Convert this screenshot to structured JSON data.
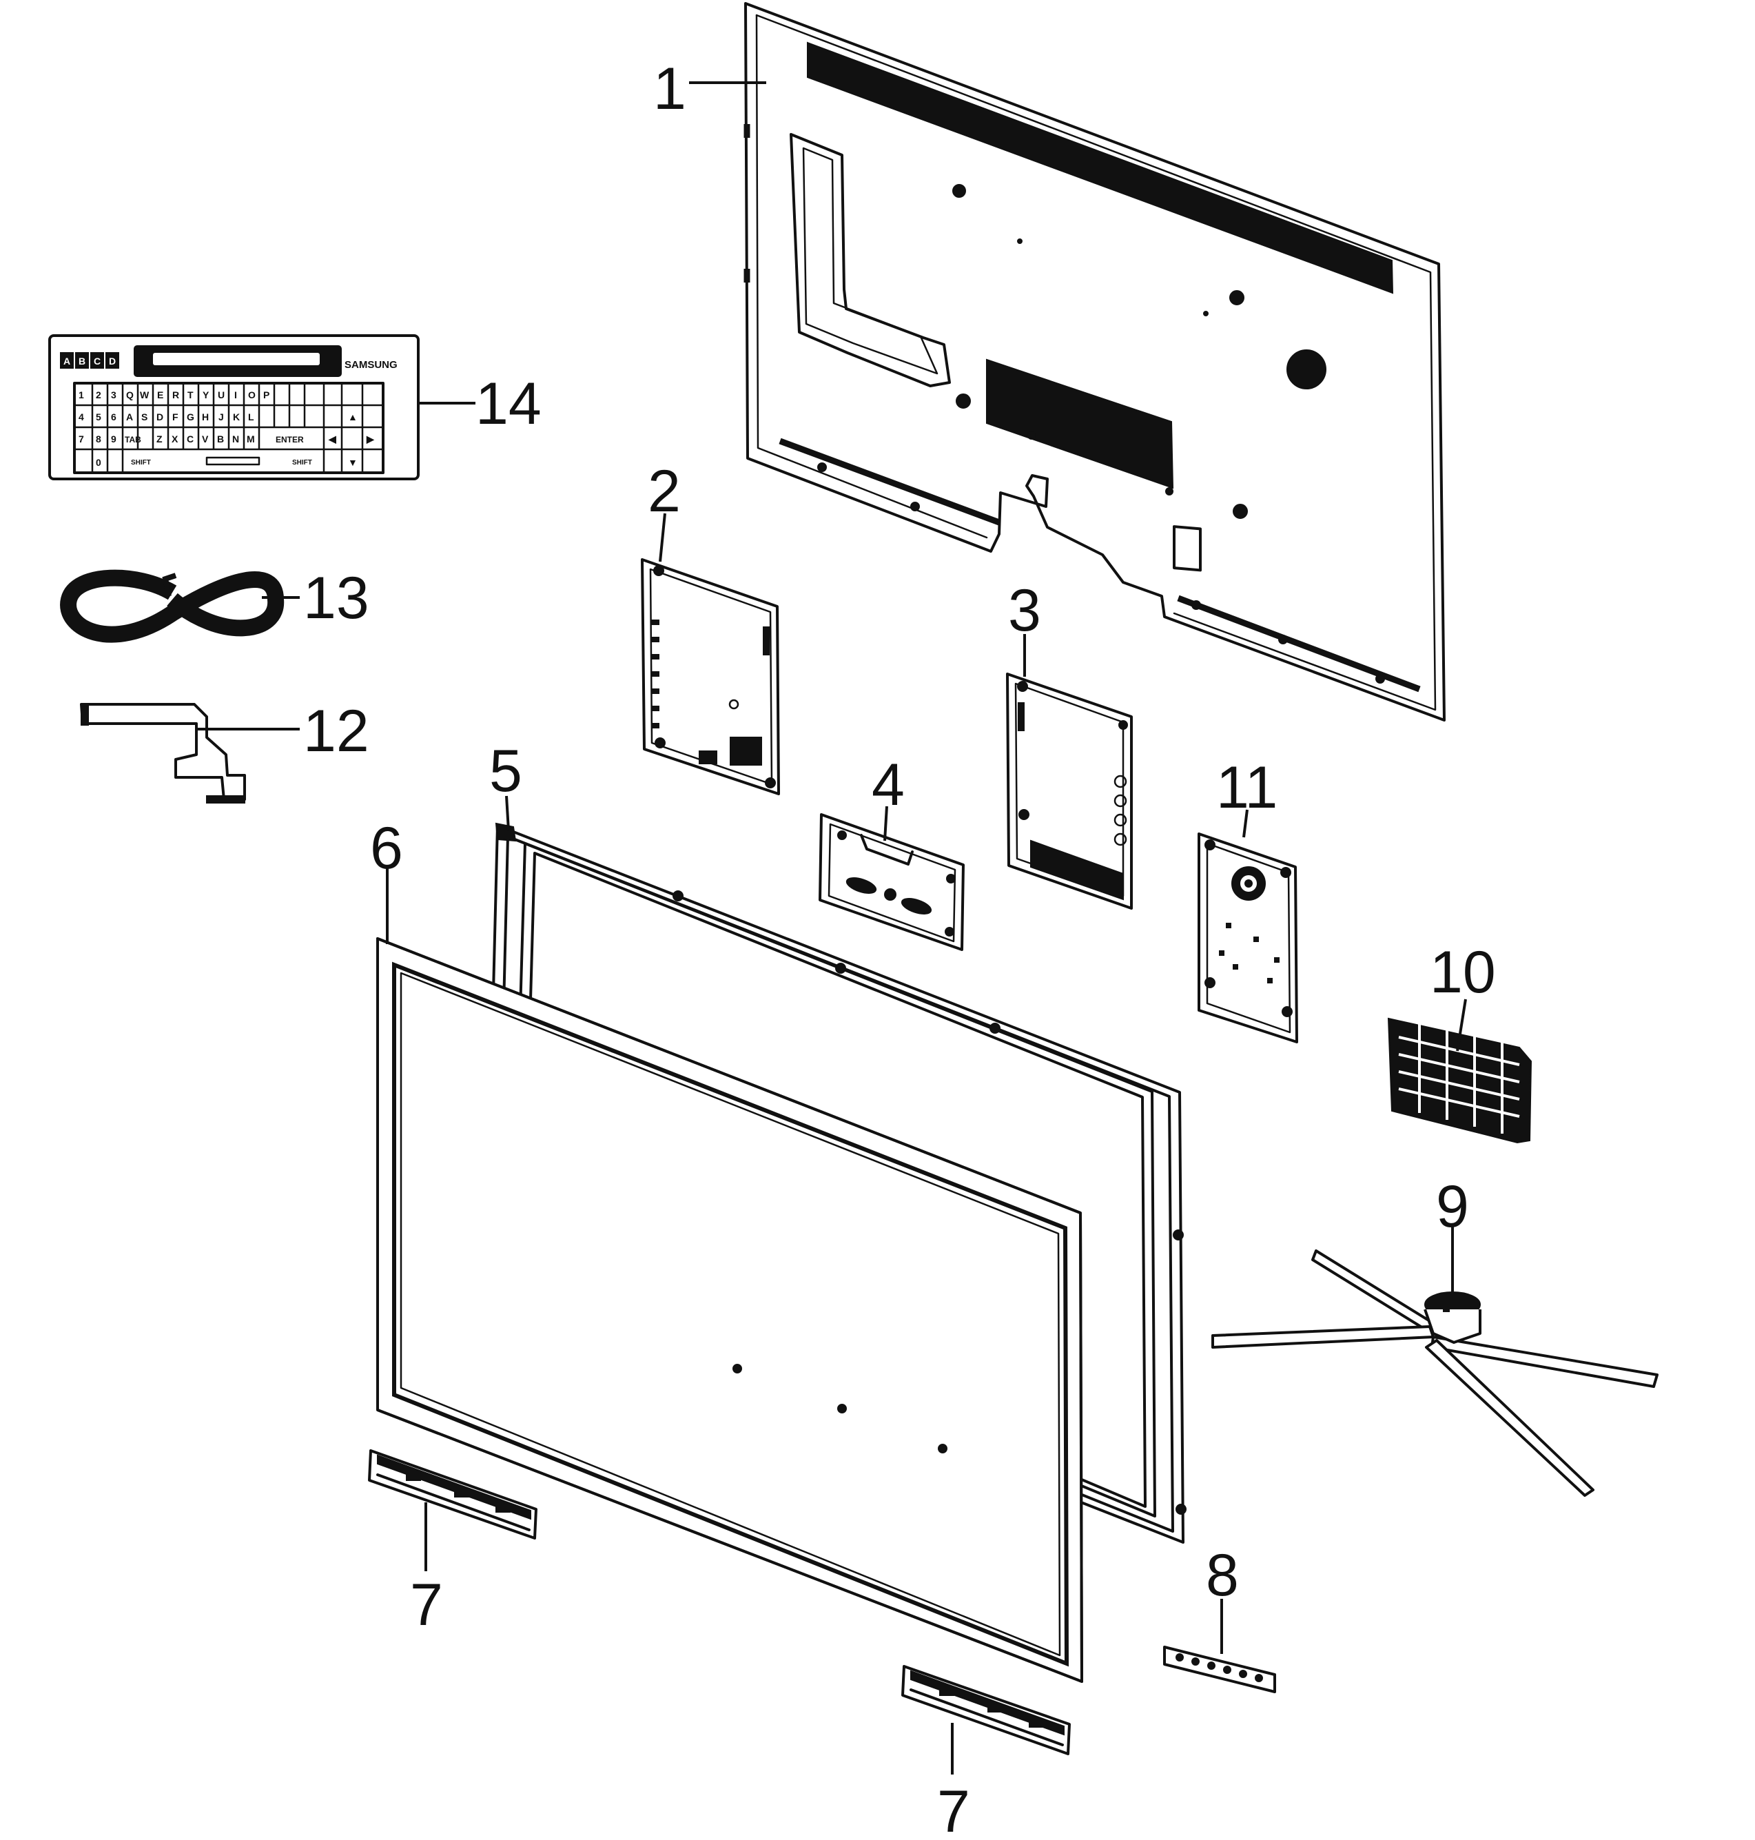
{
  "callouts": {
    "c1": "1",
    "c2": "2",
    "c3": "3",
    "c4": "4",
    "c5": "5",
    "c6": "6",
    "c7a": "7",
    "c7b": "7",
    "c8": "8",
    "c9": "9",
    "c10": "10",
    "c11": "11",
    "c12": "12",
    "c13": "13",
    "c14": "14"
  },
  "remote": {
    "brand": "SAMSUNG",
    "color_keys": [
      "A",
      "B",
      "C",
      "D"
    ],
    "row1": [
      "1",
      "2",
      "3",
      "Q",
      "W",
      "E",
      "R",
      "T",
      "Y",
      "U",
      "I",
      "O",
      "P"
    ],
    "row2": [
      "4",
      "5",
      "6",
      "A",
      "S",
      "D",
      "F",
      "G",
      "H",
      "J",
      "K",
      "L"
    ],
    "row3": [
      "7",
      "8",
      "9",
      "TAB",
      "Z",
      "X",
      "C",
      "V",
      "B",
      "N",
      "M",
      "ENTER"
    ],
    "row4": [
      "0",
      "SHIFT",
      "SHIFT"
    ]
  }
}
